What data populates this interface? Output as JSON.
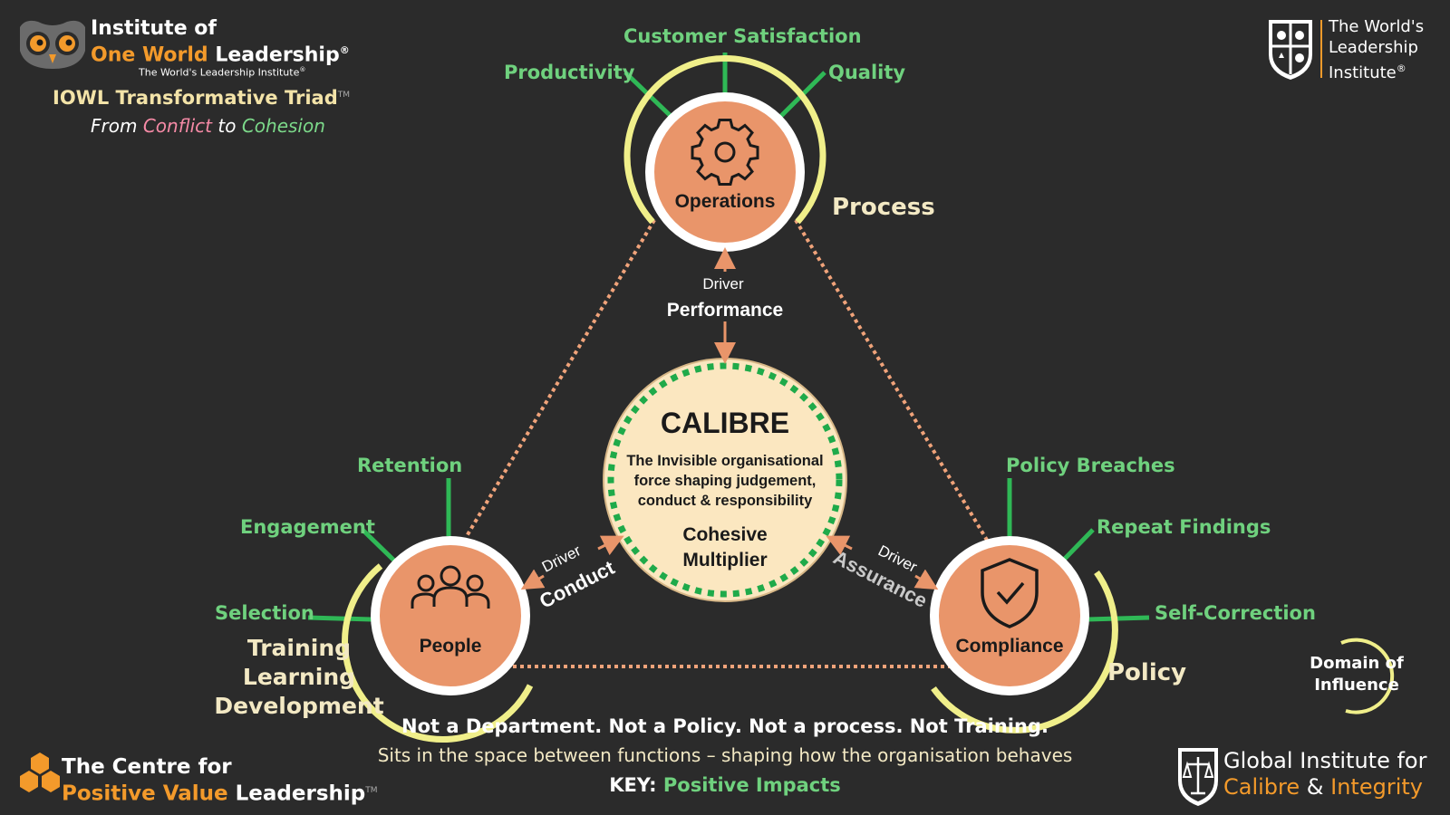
{
  "header": {
    "brand_line1": "Institute of",
    "brand_line2_part1": "One World",
    "brand_line2_part2": "Leadership",
    "brand_reg": "®",
    "brand_tagline": "The World's Leadership Institute",
    "brand_tagline_reg": "®",
    "title": "IOWL Transformative Triad",
    "title_tm": "TM",
    "subtitle_from": "From",
    "subtitle_conflict": "Conflict",
    "subtitle_to": "to",
    "subtitle_cohesion": "Cohesion"
  },
  "top_right": {
    "line1": "The World's",
    "line2": "Leadership",
    "line3": "Institute",
    "reg": "®"
  },
  "nodes": {
    "operations": {
      "label": "Operations",
      "domain": "Process",
      "impacts": [
        "Customer Satisfaction",
        "Productivity",
        "Quality"
      ]
    },
    "people": {
      "label": "People",
      "domain_lines": [
        "Training",
        "Learning",
        "Development"
      ],
      "impacts": [
        "Retention",
        "Engagement",
        "Selection"
      ]
    },
    "compliance": {
      "label": "Compliance",
      "domain": "Policy",
      "impacts": [
        "Policy Breaches",
        "Repeat Findings",
        "Self-Correction"
      ]
    }
  },
  "center": {
    "title": "CALIBRE",
    "desc_lines": [
      "The Invisible organisational",
      "force shaping judgement,",
      "conduct & responsibility"
    ],
    "multiplier_lines": [
      "Cohesive",
      "Multiplier"
    ]
  },
  "drivers": {
    "performance": {
      "small": "Driver",
      "label": "Performance"
    },
    "conduct": {
      "small": "Driver",
      "label": "Conduct"
    },
    "assurance": {
      "small": "Driver",
      "label": "Assurance"
    }
  },
  "legend": {
    "domain_line1": "Domain of",
    "domain_line2": "Influence"
  },
  "bottom": {
    "line1": "Not a Department. Not a Policy. Not a process. Not Training.",
    "line2": "Sits in the space between functions – shaping how the organisation behaves",
    "key_label": "KEY:",
    "key_value": "Positive Impacts"
  },
  "footer_left": {
    "line1": "The Centre for",
    "line2_part1": "Positive Value",
    "line2_part2": "Leadership",
    "tm": "TM"
  },
  "footer_right": {
    "line1": "Global Institute for",
    "line2_part1": "Calibre",
    "line2_amp": "&",
    "line2_part2": "Integrity"
  },
  "colors": {
    "background": "#2b2b2b",
    "node_fill": "#e9956a",
    "ring_yellow": "#f0ef8a",
    "impact_green": "#2fb856",
    "center_fill": "#fbe7c0",
    "dotted_orange": "#f0a37a",
    "brand_orange": "#f39a2b"
  },
  "icons": [
    "owl-logo-icon",
    "crest-icon",
    "gear-icon",
    "people-icon",
    "shield-check-icon",
    "hexagon-cluster-icon",
    "scales-crest-icon"
  ]
}
